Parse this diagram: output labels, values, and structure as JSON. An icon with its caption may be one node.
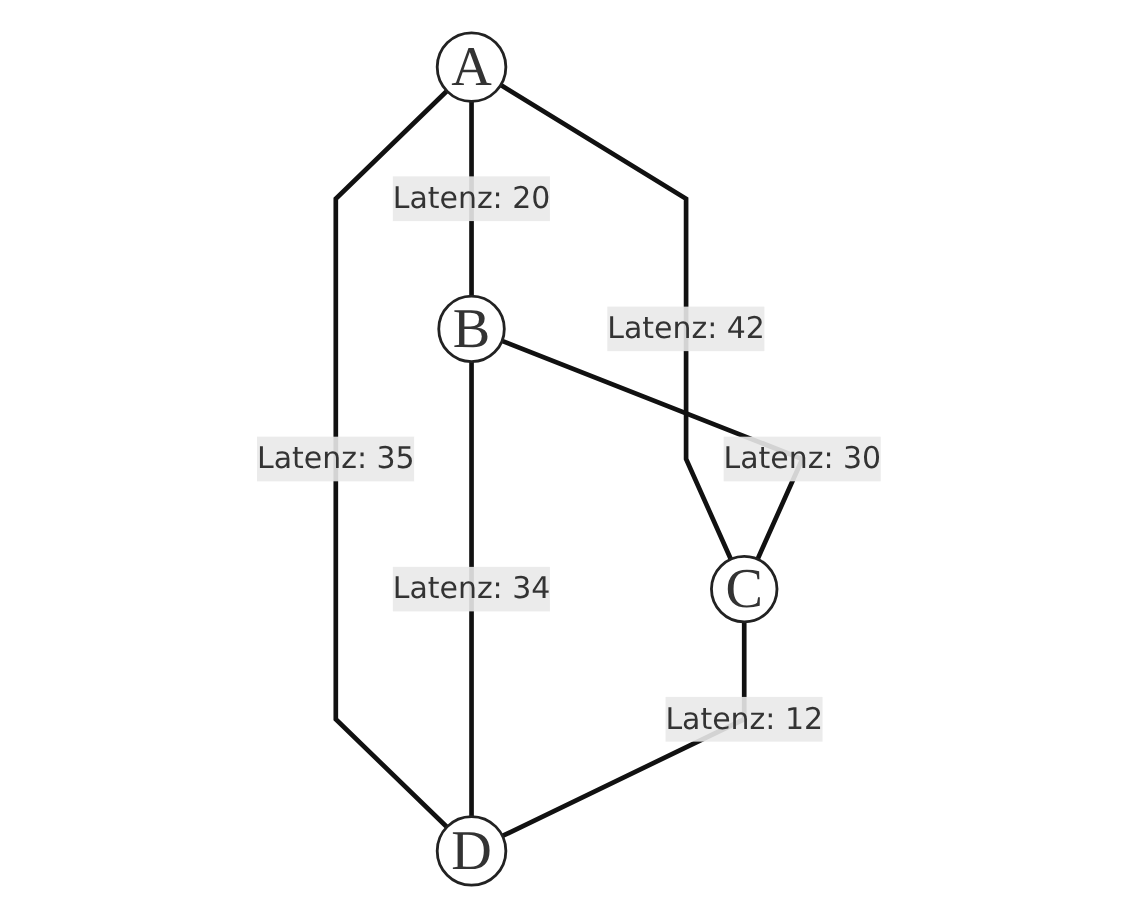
{
  "diagram": {
    "nodes": [
      {
        "text": [
          "A"
        ]
      },
      {
        "text": [
          "B"
        ]
      },
      {
        "text": [
          "C"
        ]
      },
      {
        "text": [
          "D"
        ]
      }
    ],
    "edges": [
      {
        "from": 0,
        "to": 1,
        "arrow": "none",
        "label": "Latenz: 20"
      },
      {
        "from": 0,
        "to": 2,
        "arrow": "none",
        "label": "Latenz: 42"
      },
      {
        "from": 0,
        "to": 3,
        "arrow": "none",
        "label": "Latenz: 35"
      },
      {
        "from": 1,
        "to": 2,
        "arrow": "none",
        "label": "Latenz: 30"
      },
      {
        "from": 1,
        "to": 3,
        "arrow": "none",
        "label": "Latenz: 34"
      },
      {
        "from": 2,
        "to": 3,
        "arrow": "none",
        "label": "Latenz: 12"
      }
    ]
  }
}
